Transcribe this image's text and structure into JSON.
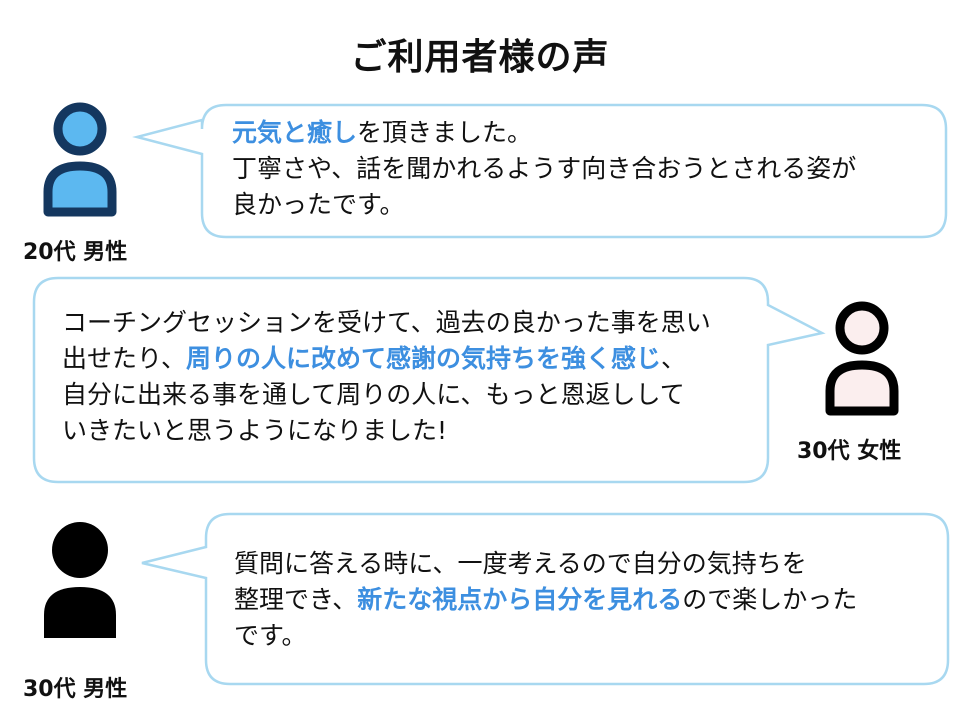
{
  "title": "ご利用者様の声",
  "colors": {
    "bubble_border": "#a8d8f0",
    "highlight": "#3d8fe0",
    "avatar_blue": "#5cb8f0",
    "avatar_navy": "#14375f",
    "avatar_pink": "#fbeeee"
  },
  "testimonials": [
    {
      "person": "20代 男性",
      "avatar_icon": "person-icon-blue",
      "lines": [
        [
          "元気と癒し",
          "を頂きました。"
        ],
        [
          "丁寧さや、話を聞かれるようす向き合おうとされる姿が"
        ],
        [
          "良かったです。"
        ]
      ]
    },
    {
      "person": "30代 女性",
      "avatar_icon": "person-icon-pink",
      "lines": [
        [
          "コーチングセッションを受けて、過去の良かった事を思い"
        ],
        [
          "出せたり、",
          "周りの人に改めて感謝の気持ちを強く感じ",
          "、"
        ],
        [
          "自分に出来る事を通して周りの人に、もっと恩返しして"
        ],
        [
          "いきたいと思うようになりました!"
        ]
      ]
    },
    {
      "person": "30代 男性",
      "avatar_icon": "person-icon-black",
      "lines": [
        [
          "質問に答える時に、一度考えるので自分の気持ちを"
        ],
        [
          "整理でき、",
          "新たな視点から自分を見れる",
          "ので楽しかった"
        ],
        [
          "です。"
        ]
      ]
    }
  ]
}
